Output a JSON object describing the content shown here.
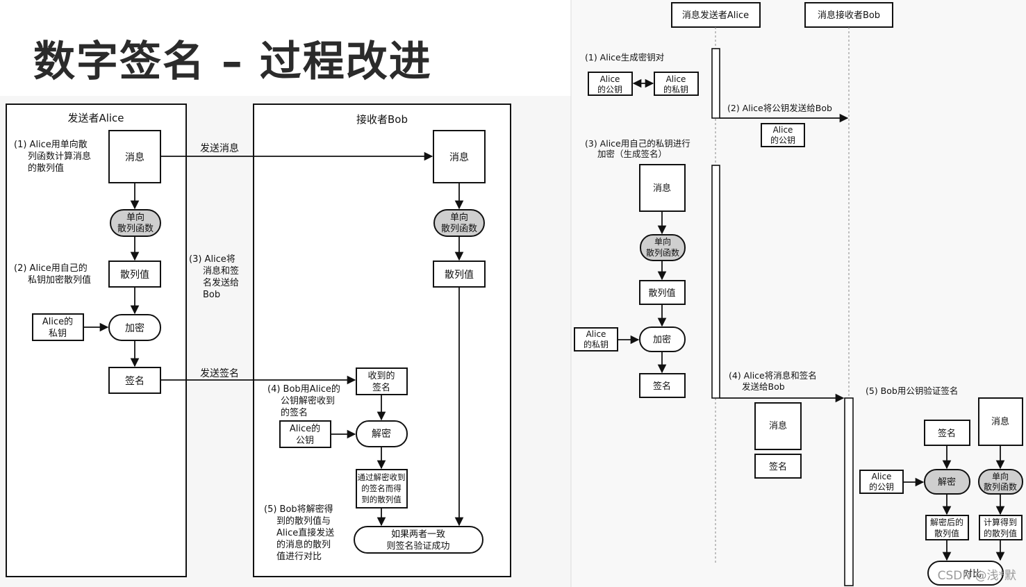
{
  "title": "数字签名 – 过程改进",
  "left": {
    "sender_title": "发送者Alice",
    "receiver_title": "接收者Bob",
    "msg": "消息",
    "hash_fn": [
      "单向",
      "散列函数"
    ],
    "hash_val": "散列值",
    "encrypt": "加密",
    "signature": "签名",
    "alice_private_key": [
      "Alice的",
      "私钥"
    ],
    "alice_public_key": [
      "Alice的",
      "公钥"
    ],
    "received_sig": [
      "收到的",
      "签名"
    ],
    "decrypt": "解密",
    "decrypted_hash": [
      "通过解密收到",
      "的签名而得",
      "到的散列值"
    ],
    "result": [
      "如果两者一致",
      "则签名验证成功"
    ],
    "send_msg": "发送消息",
    "send_sig": "发送签名",
    "step1": [
      "(1) Alice用单向散",
      "列函数计算消息",
      "的散列值"
    ],
    "step2": [
      "(2) Alice用自己的",
      "私钥加密散列值"
    ],
    "step3": [
      "(3) Alice将",
      "消息和签",
      "名发送给",
      "Bob"
    ],
    "step4": [
      "(4) Bob用Alice的",
      "公钥解密收到",
      "的签名"
    ],
    "step5": [
      "(5) Bob将解密得",
      "到的散列值与",
      "Alice直接发送",
      "的消息的散列",
      "值进行对比"
    ]
  },
  "right": {
    "sender_header": "消息发送者Alice",
    "receiver_header": "消息接收者Bob",
    "step1": "(1) Alice生成密钥对",
    "alice_public_key": [
      "Alice",
      "的公钥"
    ],
    "alice_private_key": [
      "Alice",
      "的私钥"
    ],
    "step2": "(2) Alice将公钥发送给Bob",
    "step3": [
      "(3) Alice用自己的私钥进行",
      "加密（生成签名）"
    ],
    "msg": "消息",
    "hash_fn": [
      "单向",
      "散列函数"
    ],
    "hash_val": "散列值",
    "encrypt": "加密",
    "signature": "签名",
    "step4": [
      "(4) Alice将消息和签名",
      "发送给Bob"
    ],
    "step5": "(5) Bob用公钥验证签名",
    "decrypt": "解密",
    "decrypted_hash": [
      "解密后的",
      "散列值"
    ],
    "computed_hash": [
      "计算得到",
      "的散列值"
    ],
    "compare": "对比"
  },
  "watermark": "CSDN @浅*默"
}
